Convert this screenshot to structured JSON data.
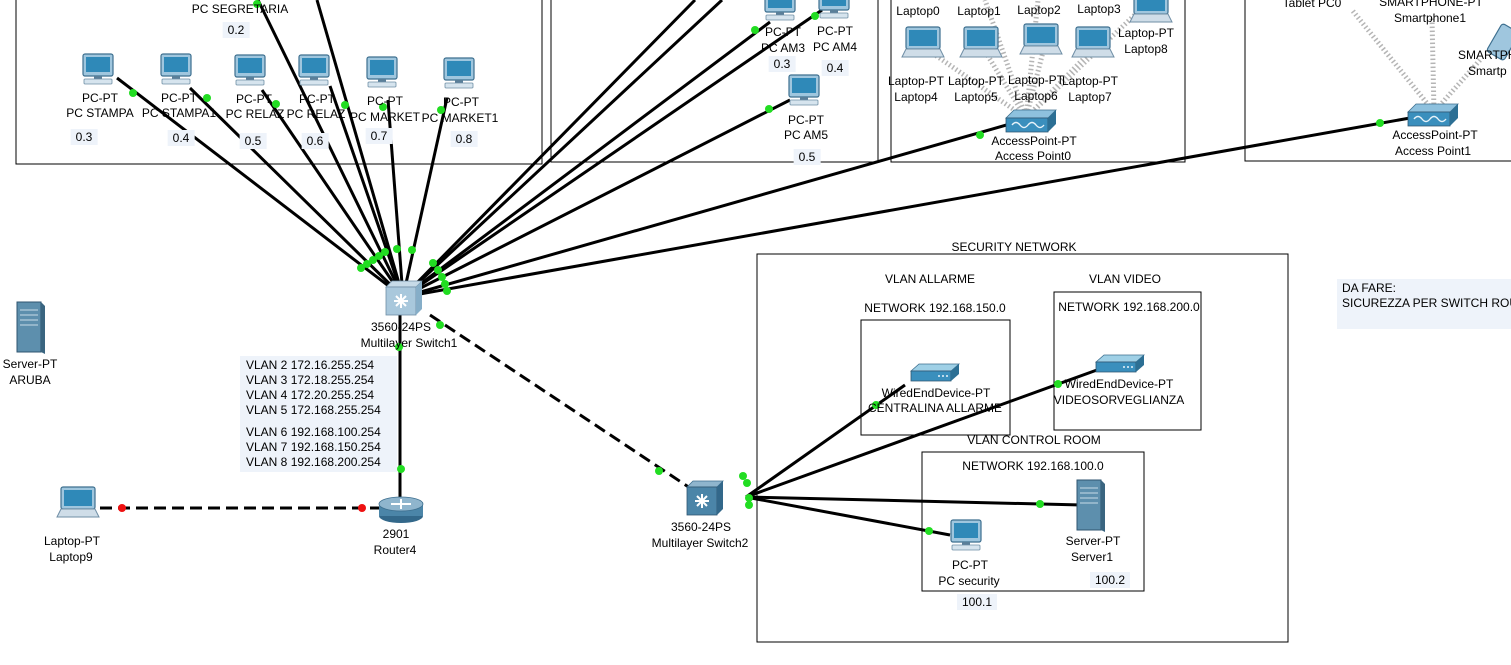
{
  "areas": {
    "security_network": "SECURITY NETWORK",
    "vlan_allarme": "VLAN ALLARME",
    "vlan_allarme_net": "NETWORK 192.168.150.0",
    "vlan_video": "VLAN VIDEO",
    "vlan_video_net": "NETWORK 192.168.200.0",
    "vlan_control_room": "VLAN CONTROL ROOM",
    "vlan_control_room_net": "NETWORK 192.168.100.0"
  },
  "devices": {
    "pc_segretaria": {
      "name": "PC SEGRETARIA",
      "ip": "0.2"
    },
    "pc_stampa": {
      "type": "PC-PT",
      "name": "PC STAMPA",
      "ip": "0.3"
    },
    "pc_stampa1": {
      "type": "PC-PT",
      "name": "PC STAMPA1",
      "ip": "0.4"
    },
    "pc_relaz": {
      "type": "PC-PT",
      "name": "PC RELAZ",
      "ip": "0.5"
    },
    "pc_relaz2": {
      "type": "PC-PT",
      "name": "PC RELAZ",
      "ip": "0.6"
    },
    "pc_market": {
      "type": "PC-PT",
      "name": "PC MARKET",
      "ip": "0.7"
    },
    "pc_market1": {
      "type": "PC-PT",
      "name": "PC MARKET1",
      "ip": "0.8"
    },
    "pc_am3": {
      "type": "PC-PT",
      "name": "PC AM3",
      "ip": "0.3"
    },
    "pc_am4": {
      "type": "PC-PT",
      "name": "PC AM4",
      "ip": "0.4"
    },
    "pc_am5": {
      "type": "PC-PT",
      "name": "PC AM5",
      "ip": "0.5"
    },
    "laptop0": {
      "name": "Laptop0"
    },
    "laptop1": {
      "name": "Laptop1"
    },
    "laptop2": {
      "name": "Laptop2"
    },
    "laptop3": {
      "name": "Laptop3"
    },
    "laptop4": {
      "type": "Laptop-PT",
      "name": "Laptop4"
    },
    "laptop5": {
      "type": "Laptop-PT",
      "name": "Laptop5"
    },
    "laptop6": {
      "type": "Laptop-PT",
      "name": "Laptop6"
    },
    "laptop7": {
      "type": "Laptop-PT",
      "name": "Laptop7"
    },
    "laptop8": {
      "type": "Laptop-PT",
      "name": "Laptop8"
    },
    "access_point0": {
      "type": "AccessPoint-PT",
      "name": "Access Point0"
    },
    "tablet_pc0": {
      "name": "Tablet PC0"
    },
    "smartphone1": {
      "type": "SMARTPHONE-PT",
      "name": "Smartphone1"
    },
    "smartphone_partial": {
      "type": "SMARTPH",
      "name": "Smartp"
    },
    "access_point1": {
      "type": "AccessPoint-PT",
      "name": "Access Point1"
    },
    "switch1": {
      "type": "3560-24PS",
      "name": "Multilayer Switch1"
    },
    "server_aruba": {
      "type": "Server-PT",
      "name": "ARUBA"
    },
    "router4": {
      "type": "2901",
      "name": "Router4"
    },
    "laptop9": {
      "type": "Laptop-PT",
      "name": "Laptop9"
    },
    "switch2": {
      "type": "3560-24PS",
      "name": "Multilayer Switch2"
    },
    "centralina": {
      "type": "WiredEndDevice-PT",
      "name": "CENTRALINA ALLARME"
    },
    "videosorveglianza": {
      "type": "WiredEndDevice-PT",
      "name": "VIDEOSORVEGLIANZA"
    },
    "pc_security": {
      "type": "PC-PT",
      "name": "PC security",
      "ip": "100.1"
    },
    "server1": {
      "type": "Server-PT",
      "name": "Server1",
      "ip": "100.2"
    }
  },
  "vlan_notes": {
    "group1": [
      "VLAN 2 172.16.255.254",
      "VLAN 3 172.18.255.254",
      "VLAN 4 172.20.255.254",
      "VLAN 5 172.168.255.254"
    ],
    "group2": [
      "VLAN 6 192.168.100.254",
      "VLAN 7 192.168.150.254",
      "VLAN 8 192.168.200.254"
    ]
  },
  "todo_note": [
    "DA FARE:",
    "SICUREZZA PER SWITCH ROU"
  ],
  "colors": {
    "link": "#000000",
    "port_up": "#22dd22",
    "port_down": "#ee1111",
    "device": "#5a9ec2",
    "label_bg": "#eef3fa"
  }
}
